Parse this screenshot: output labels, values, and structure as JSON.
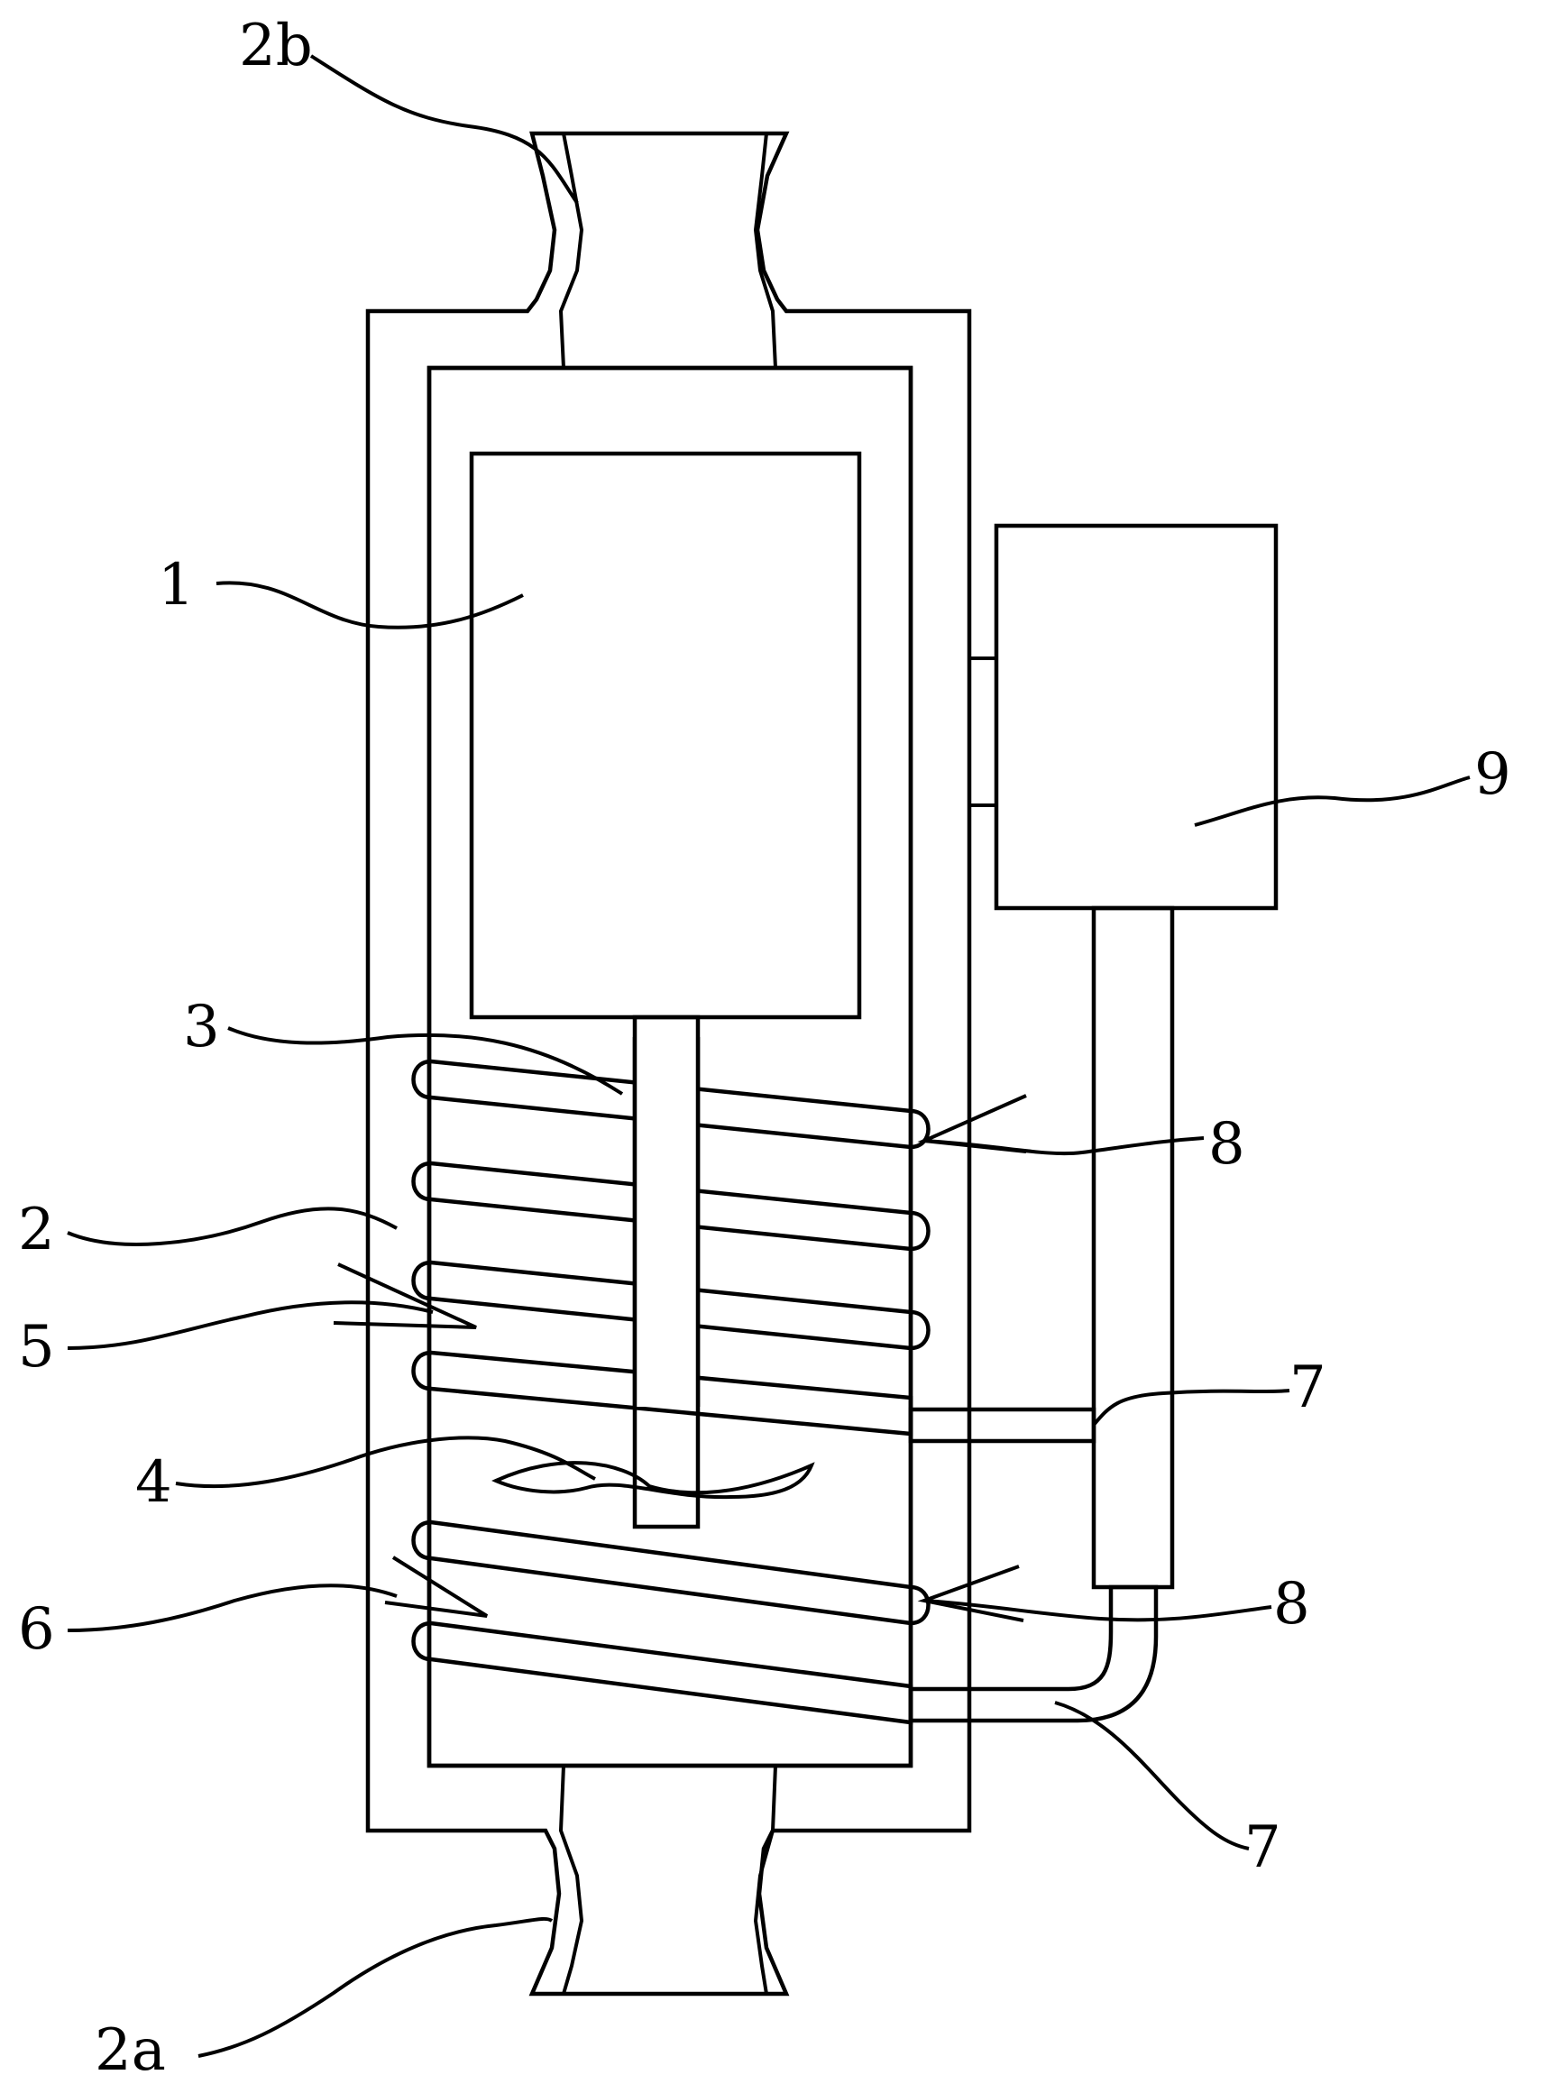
{
  "labels": {
    "motor": "1",
    "housing": "2",
    "outlet_2b": "2b",
    "inlet_2a": "2a",
    "shaft": "3",
    "impeller": "4",
    "upper_coil": "5",
    "lower_coil": "6",
    "pipe_upper": "7",
    "pipe_lower": "7",
    "arrow_upper": "8",
    "arrow_lower": "8",
    "controller": "9"
  }
}
